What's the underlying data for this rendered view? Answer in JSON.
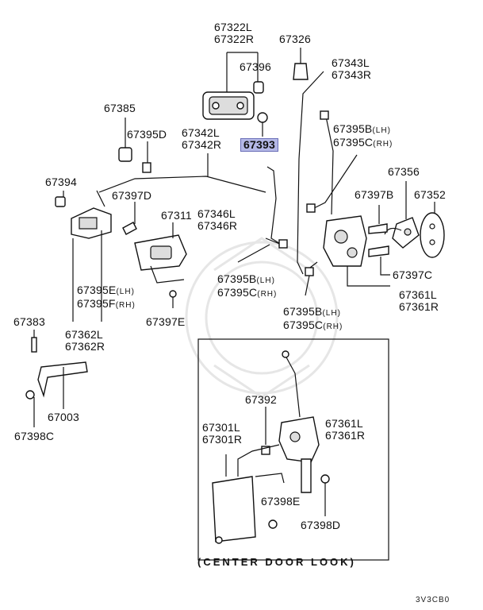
{
  "parts": {
    "p67322": [
      "67322L",
      "67322R"
    ],
    "p67326": "67326",
    "p67396": "67396",
    "p67343": [
      "67343L",
      "67343R"
    ],
    "p67385": "67385",
    "p67395D": "67395D",
    "p67342": [
      "67342L",
      "67342R"
    ],
    "p67393": "67393",
    "p67395BC_top": [
      "67395B",
      "67395C"
    ],
    "p67356": "67356",
    "p67394": "67394",
    "p67397D": "67397D",
    "p67311": "67311",
    "p67346": [
      "67346L",
      "67346R"
    ],
    "p67397B": "67397B",
    "p67352": "67352",
    "p67395BC_mid": [
      "67395B",
      "67395C"
    ],
    "p67397C": "67397C",
    "p67361_top": [
      "67361L",
      "67361R"
    ],
    "p67395EF": [
      "67395E",
      "67395F"
    ],
    "p67397E": "67397E",
    "p67395BC_low": [
      "67395B",
      "67395C"
    ],
    "p67383": "67383",
    "p67362": [
      "67362L",
      "67362R"
    ],
    "p67392": "67392",
    "p67361_center": [
      "67361L",
      "67361R"
    ],
    "p67003": "67003",
    "p67301": [
      "67301L",
      "67301R"
    ],
    "p67398C": "67398C",
    "p67398E": "67398E",
    "p67398D": "67398D"
  },
  "sides": {
    "lh": "(LH)",
    "rh": "(RH)"
  },
  "inset_caption": "(CENTER DOOR LOOK)",
  "diagram_code": "3V3CB0",
  "highlight_color": "#b4b8e6"
}
